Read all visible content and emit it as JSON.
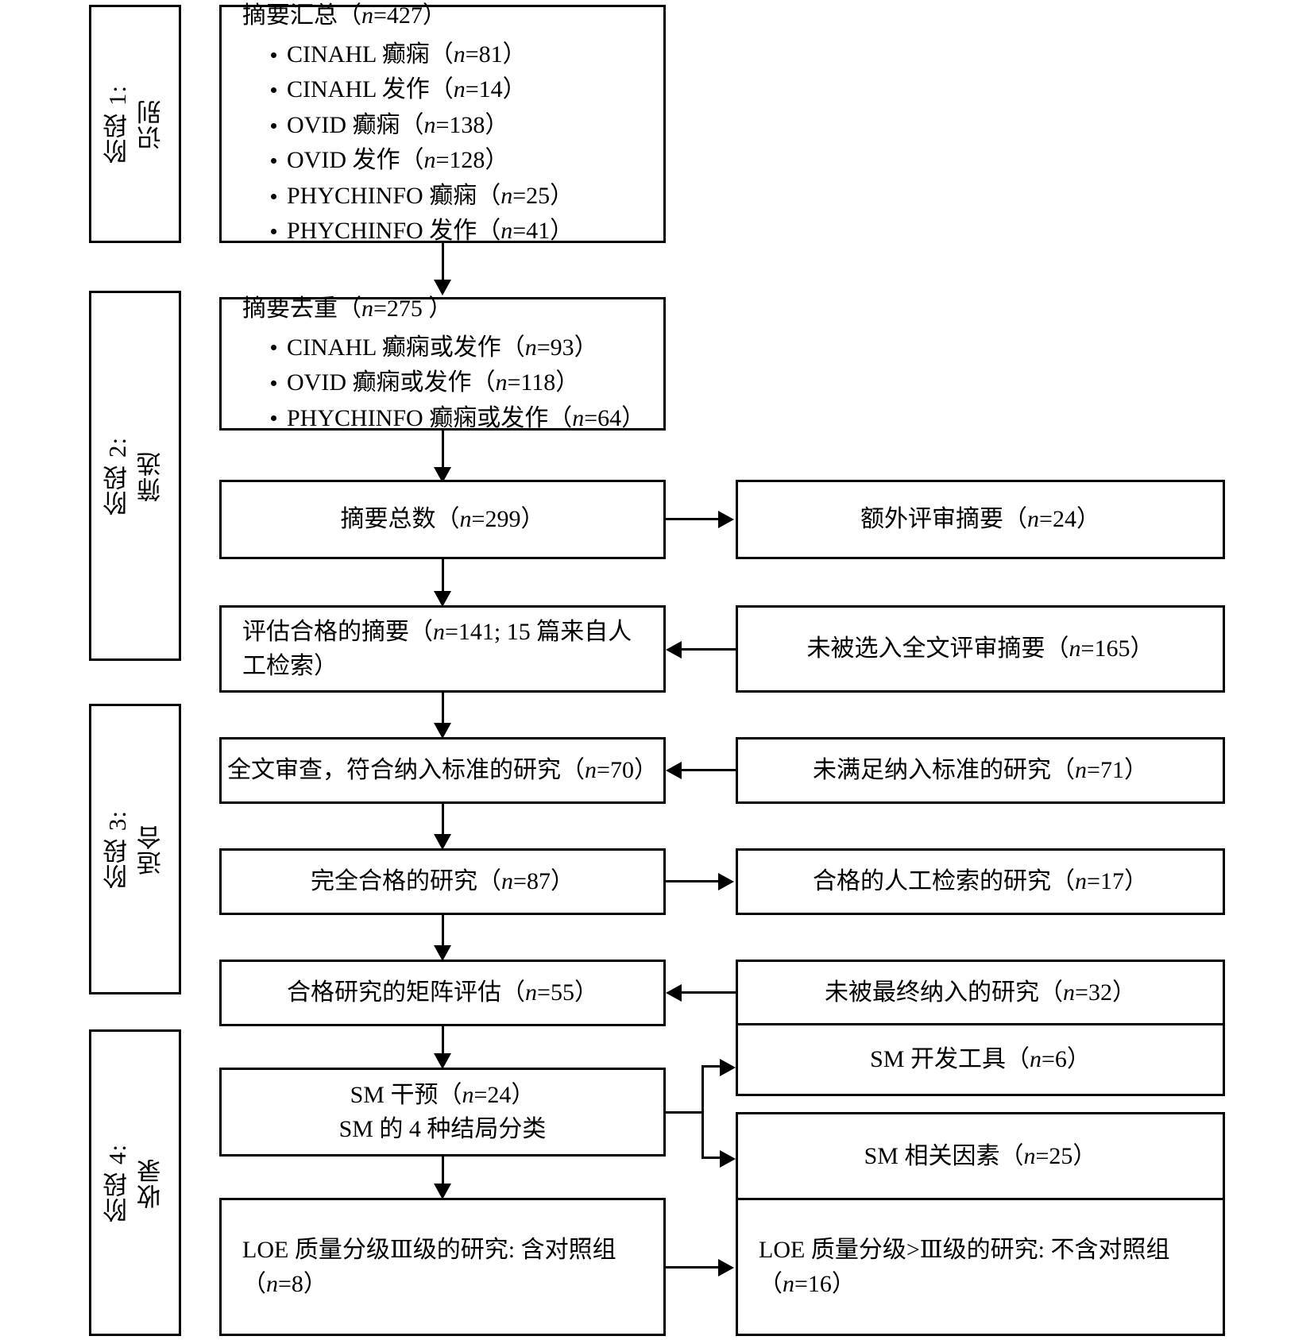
{
  "figure": {
    "type": "prisma-flow-diagram",
    "language": "zh-CN"
  },
  "stages": [
    {
      "id": "stage-1",
      "label": "阶段 1:\n识别"
    },
    {
      "id": "stage-2",
      "label": "阶段 2:\n筛选"
    },
    {
      "id": "stage-3",
      "label": "阶段 3:\n适合"
    },
    {
      "id": "stage-4",
      "label": "阶段 4:\n收录"
    }
  ],
  "nodes": {
    "abstracts_pooled": {
      "title": "摘要汇总（n=427）",
      "items": [
        "CINAHL 癫痫（n=81）",
        "CINAHL 发作（n=14）",
        "OVID 癫痫（n=138）",
        "OVID 发作（n=128）",
        "PHYCHINFO 癫痫（n=25）",
        "PHYCHINFO 发作（n=41）"
      ]
    },
    "abstracts_dedup": {
      "title": "摘要去重（n=275 ）",
      "items": [
        "CINAHL 癫痫或发作（n=93）",
        "OVID 癫痫或发作（n=118）",
        "PHYCHINFO 癫痫或发作（n=64）"
      ]
    },
    "abstracts_total": {
      "title": "摘要总数（n=299）"
    },
    "abstracts_extra_review": {
      "title": "额外评审摘要（n=24）"
    },
    "abstracts_eligible": {
      "title": "评估合格的摘要（n=141; 15 篇来自人工检索）"
    },
    "abstracts_not_selected": {
      "title": "未被选入全文评审摘要（n=165）"
    },
    "fulltext_included": {
      "title": "全文审查，符合纳入标准的研究（n=70）"
    },
    "fulltext_excluded": {
      "title": "未满足纳入标准的研究（n=71）"
    },
    "fully_eligible": {
      "title": "完全合格的研究（n=87）"
    },
    "handsearch_eligible": {
      "title": "合格的人工检索的研究（n=17）"
    },
    "matrix_eval": {
      "title": "合格研究的矩阵评估（n=55）"
    },
    "not_finally_included": {
      "title": "未被最终纳入的研究（n=32）"
    },
    "sm_intervention": {
      "line1": "SM 干预（n=24）",
      "line2": "SM 的 4 种结局分类"
    },
    "sm_dev_tools": {
      "title": "SM 开发工具（n=6）"
    },
    "sm_related_factors": {
      "title": "SM 相关因素（n=25）"
    },
    "loe_level3": {
      "title": "LOE 质量分级Ⅲ级的研究: 含对照组（n=8）"
    },
    "loe_above3": {
      "title": "LOE 质量分级>Ⅲ级的研究: 不含对照组（n=16）"
    }
  },
  "colors": {
    "stroke": "#000000",
    "background": "#ffffff"
  }
}
